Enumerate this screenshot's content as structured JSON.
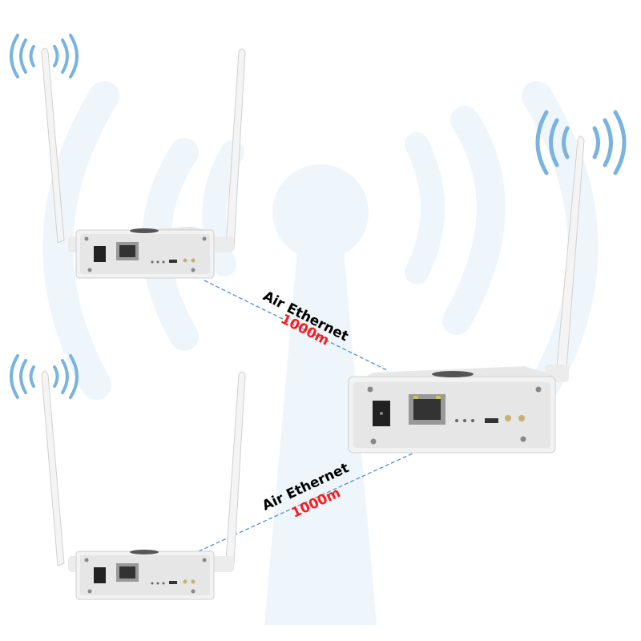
{
  "diagram": {
    "title": "",
    "colors": {
      "background": "#ffffff",
      "background_wave": "#eef6fb",
      "wifi_icon": "#7ab3e0",
      "link_line": "#4a8fd8",
      "label_text": "#000000",
      "distance_text": "#ff1a1a",
      "device_body": "#f2f2f2",
      "device_panel": "#dcdcdc"
    },
    "devices": [
      {
        "id": "router-top-left",
        "role": "client",
        "antennas": 2
      },
      {
        "id": "router-bottom-left",
        "role": "client",
        "antennas": 2
      },
      {
        "id": "router-right",
        "role": "access-point",
        "antennas": 1
      }
    ],
    "links": [
      {
        "from": "router-top-left",
        "to": "router-right",
        "label": "Air Ethernet",
        "distance": "1000m",
        "style": "dashed"
      },
      {
        "from": "router-bottom-left",
        "to": "router-right",
        "label": "Air Ethernet",
        "distance": "1000m",
        "style": "dashed"
      }
    ],
    "icons": [
      {
        "name": "wifi-signal-icon",
        "position": "top-left"
      },
      {
        "name": "wifi-signal-icon",
        "position": "bottom-left"
      },
      {
        "name": "wifi-signal-icon",
        "position": "right"
      }
    ],
    "device_ports": [
      "dc-power-jack",
      "rj45-ethernet-port",
      "status-leds",
      "reset-switch",
      "indicator-buttons"
    ]
  }
}
